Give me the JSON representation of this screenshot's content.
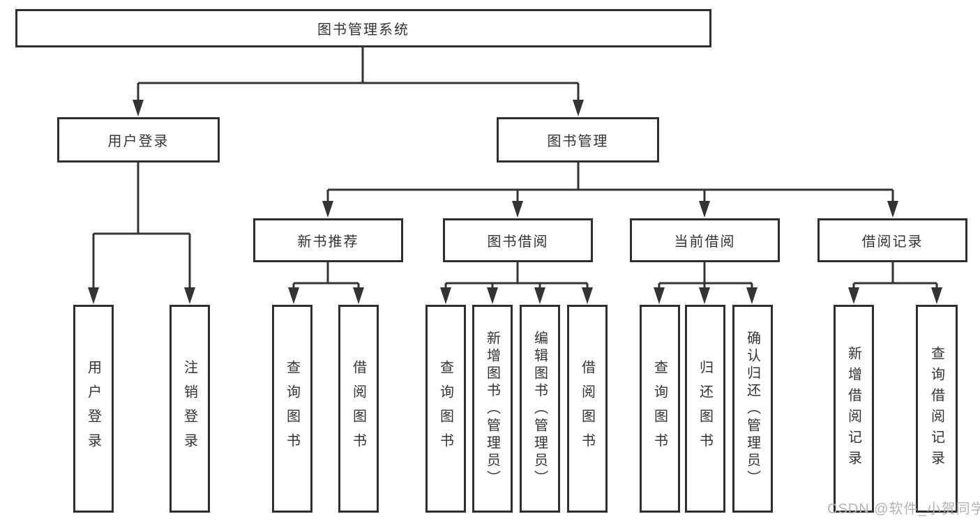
{
  "colors": {
    "line": "#333333",
    "box_border": "#2f2f2f",
    "text": "#333333",
    "watermark": "#b3b3b3",
    "background": "#ffffff"
  },
  "watermark": {
    "text": "CSDN @软件_小贺同学"
  },
  "tree": {
    "root": {
      "label": "图书管理系统"
    },
    "branches": [
      {
        "label": "用户登录",
        "children": [
          {
            "label": "用户登录"
          },
          {
            "label": "注销登录"
          }
        ]
      },
      {
        "label": "图书管理",
        "children": [
          {
            "label": "新书推荐",
            "children": [
              {
                "label": "查询图书"
              },
              {
                "label": "借阅图书"
              }
            ]
          },
          {
            "label": "图书借阅",
            "children": [
              {
                "label": "查询图书"
              },
              {
                "label": "新增图书（管理员）"
              },
              {
                "label": "编辑图书（管理员）"
              },
              {
                "label": "借阅图书"
              }
            ]
          },
          {
            "label": "当前借阅",
            "children": [
              {
                "label": "查询图书"
              },
              {
                "label": "归还图书"
              },
              {
                "label": "确认归还（管理员）"
              }
            ]
          },
          {
            "label": "借阅记录",
            "children": [
              {
                "label": "新增借阅记录"
              },
              {
                "label": "查询借阅记录"
              }
            ]
          }
        ]
      }
    ]
  }
}
